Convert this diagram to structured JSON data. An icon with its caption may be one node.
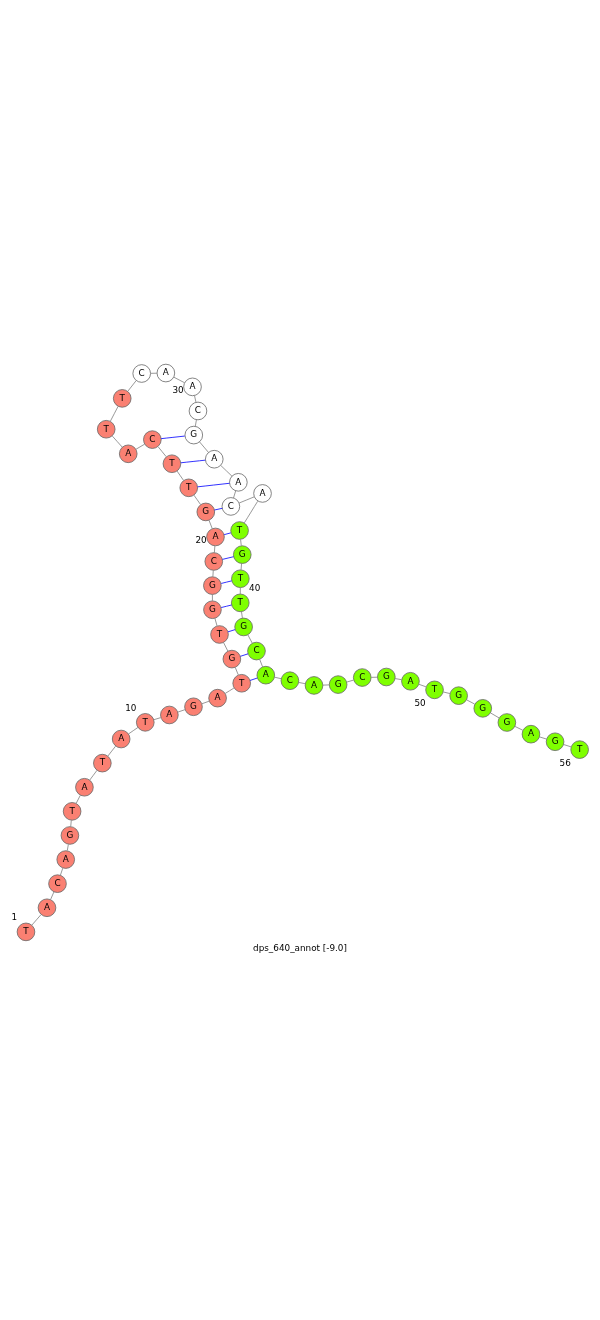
{
  "diagram": {
    "caption": "dps_640_annot [-9.0]",
    "nodes": [
      {
        "text": [
          "T"
        ],
        "beside": [
          "1"
        ]
      },
      {
        "text": [
          "A"
        ]
      },
      {
        "text": [
          "C"
        ]
      },
      {
        "text": [
          "A"
        ]
      },
      {
        "text": [
          "G"
        ]
      },
      {
        "text": [
          "T"
        ]
      },
      {
        "text": [
          "A"
        ]
      },
      {
        "text": [
          "T"
        ]
      },
      {
        "text": [
          "A"
        ]
      },
      {
        "text": [
          "T"
        ],
        "beside": [
          "10"
        ]
      },
      {
        "text": [
          "A"
        ]
      },
      {
        "text": [
          "G"
        ]
      },
      {
        "text": [
          "A"
        ]
      },
      {
        "text": [
          "T"
        ]
      },
      {
        "text": [
          "G"
        ]
      },
      {
        "text": [
          "T"
        ]
      },
      {
        "text": [
          "G"
        ]
      },
      {
        "text": [
          "G"
        ]
      },
      {
        "text": [
          "C"
        ]
      },
      {
        "text": [
          "A"
        ],
        "beside": [
          "20"
        ]
      },
      {
        "text": [
          "G"
        ]
      },
      {
        "text": [
          "T"
        ]
      },
      {
        "text": [
          "T"
        ]
      },
      {
        "text": [
          "C"
        ]
      },
      {
        "text": [
          "A"
        ]
      },
      {
        "text": [
          "T"
        ]
      },
      {
        "text": [
          "T"
        ]
      },
      {
        "text": [
          "C"
        ]
      },
      {
        "text": [
          "A"
        ]
      },
      {
        "text": [
          "A"
        ],
        "beside": [
          "30"
        ]
      },
      {
        "text": [
          "C"
        ]
      },
      {
        "text": [
          "G"
        ]
      },
      {
        "text": [
          "A"
        ]
      },
      {
        "text": [
          "A"
        ]
      },
      {
        "text": [
          "C"
        ]
      },
      {
        "text": [
          "A"
        ]
      },
      {
        "text": [
          "T"
        ]
      },
      {
        "text": [
          "G"
        ]
      },
      {
        "text": [
          "T"
        ]
      },
      {
        "text": [
          "T"
        ],
        "beside": [
          "40"
        ]
      },
      {
        "text": [
          "G"
        ]
      },
      {
        "text": [
          "C"
        ]
      },
      {
        "text": [
          "A"
        ]
      },
      {
        "text": [
          "C"
        ]
      },
      {
        "text": [
          "A"
        ]
      },
      {
        "text": [
          "G"
        ]
      },
      {
        "text": [
          "C"
        ]
      },
      {
        "text": [
          "G"
        ]
      },
      {
        "text": [
          "A"
        ]
      },
      {
        "text": [
          "T"
        ],
        "beside": [
          "50"
        ]
      },
      {
        "text": [
          "G"
        ]
      },
      {
        "text": [
          "G"
        ]
      },
      {
        "text": [
          "G"
        ]
      },
      {
        "text": [
          "A"
        ]
      },
      {
        "text": [
          "G"
        ]
      },
      {
        "text": [
          "T"
        ],
        "beside": [
          "56"
        ]
      }
    ],
    "edges": [
      {
        "from": 0,
        "to": 1,
        "arrow": "none"
      },
      {
        "from": 1,
        "to": 2,
        "arrow": "none"
      },
      {
        "from": 2,
        "to": 3,
        "arrow": "none"
      },
      {
        "from": 3,
        "to": 4,
        "arrow": "none"
      },
      {
        "from": 4,
        "to": 5,
        "arrow": "none"
      },
      {
        "from": 5,
        "to": 6,
        "arrow": "none"
      },
      {
        "from": 6,
        "to": 7,
        "arrow": "none"
      },
      {
        "from": 7,
        "to": 8,
        "arrow": "none"
      },
      {
        "from": 8,
        "to": 9,
        "arrow": "none"
      },
      {
        "from": 9,
        "to": 10,
        "arrow": "none"
      },
      {
        "from": 10,
        "to": 11,
        "arrow": "none"
      },
      {
        "from": 11,
        "to": 12,
        "arrow": "none"
      },
      {
        "from": 12,
        "to": 13,
        "arrow": "none"
      },
      {
        "from": 13,
        "to": 14,
        "arrow": "none"
      },
      {
        "from": 14,
        "to": 15,
        "arrow": "none"
      },
      {
        "from": 15,
        "to": 16,
        "arrow": "none"
      },
      {
        "from": 16,
        "to": 17,
        "arrow": "none"
      },
      {
        "from": 17,
        "to": 18,
        "arrow": "none"
      },
      {
        "from": 18,
        "to": 19,
        "arrow": "none"
      },
      {
        "from": 19,
        "to": 20,
        "arrow": "none"
      },
      {
        "from": 20,
        "to": 21,
        "arrow": "none"
      },
      {
        "from": 21,
        "to": 22,
        "arrow": "none"
      },
      {
        "from": 22,
        "to": 23,
        "arrow": "none"
      },
      {
        "from": 23,
        "to": 24,
        "arrow": "none"
      },
      {
        "from": 24,
        "to": 25,
        "arrow": "none"
      },
      {
        "from": 25,
        "to": 26,
        "arrow": "none"
      },
      {
        "from": 26,
        "to": 27,
        "arrow": "none"
      },
      {
        "from": 27,
        "to": 28,
        "arrow": "none"
      },
      {
        "from": 28,
        "to": 29,
        "arrow": "none"
      },
      {
        "from": 29,
        "to": 30,
        "arrow": "none"
      },
      {
        "from": 30,
        "to": 31,
        "arrow": "none"
      },
      {
        "from": 31,
        "to": 32,
        "arrow": "none"
      },
      {
        "from": 32,
        "to": 33,
        "arrow": "none"
      },
      {
        "from": 33,
        "to": 34,
        "arrow": "none"
      },
      {
        "from": 34,
        "to": 35,
        "arrow": "none"
      },
      {
        "from": 35,
        "to": 36,
        "arrow": "none"
      },
      {
        "from": 36,
        "to": 37,
        "arrow": "none"
      },
      {
        "from": 37,
        "to": 38,
        "arrow": "none"
      },
      {
        "from": 38,
        "to": 39,
        "arrow": "none"
      },
      {
        "from": 39,
        "to": 40,
        "arrow": "none"
      },
      {
        "from": 40,
        "to": 41,
        "arrow": "none"
      },
      {
        "from": 41,
        "to": 42,
        "arrow": "none"
      },
      {
        "from": 42,
        "to": 43,
        "arrow": "none"
      },
      {
        "from": 43,
        "to": 44,
        "arrow": "none"
      },
      {
        "from": 44,
        "to": 45,
        "arrow": "none"
      },
      {
        "from": 45,
        "to": 46,
        "arrow": "none"
      },
      {
        "from": 46,
        "to": 47,
        "arrow": "none"
      },
      {
        "from": 47,
        "to": 48,
        "arrow": "none"
      },
      {
        "from": 48,
        "to": 49,
        "arrow": "none"
      },
      {
        "from": 49,
        "to": 50,
        "arrow": "none"
      },
      {
        "from": 50,
        "to": 51,
        "arrow": "none"
      },
      {
        "from": 51,
        "to": 52,
        "arrow": "none"
      },
      {
        "from": 52,
        "to": 53,
        "arrow": "none"
      },
      {
        "from": 53,
        "to": 54,
        "arrow": "none"
      },
      {
        "from": 54,
        "to": 55,
        "arrow": "none"
      },
      {
        "from": 13,
        "to": 42,
        "arrow": "none",
        "color": "#0000ff"
      },
      {
        "from": 14,
        "to": 41,
        "arrow": "none",
        "color": "#0000ff"
      },
      {
        "from": 15,
        "to": 40,
        "arrow": "none",
        "color": "#0000ff"
      },
      {
        "from": 16,
        "to": 39,
        "arrow": "none",
        "color": "#0000ff"
      },
      {
        "from": 17,
        "to": 38,
        "arrow": "none",
        "color": "#0000ff"
      },
      {
        "from": 18,
        "to": 37,
        "arrow": "none",
        "color": "#0000ff"
      },
      {
        "from": 19,
        "to": 36,
        "arrow": "none",
        "color": "#0000ff"
      },
      {
        "from": 20,
        "to": 34,
        "arrow": "none",
        "color": "#0000ff"
      },
      {
        "from": 21,
        "to": 33,
        "arrow": "none",
        "color": "#0000ff"
      },
      {
        "from": 22,
        "to": 32,
        "arrow": "none",
        "color": "#0000ff"
      },
      {
        "from": 23,
        "to": 31,
        "arrow": "none",
        "color": "#0000ff"
      }
    ]
  }
}
